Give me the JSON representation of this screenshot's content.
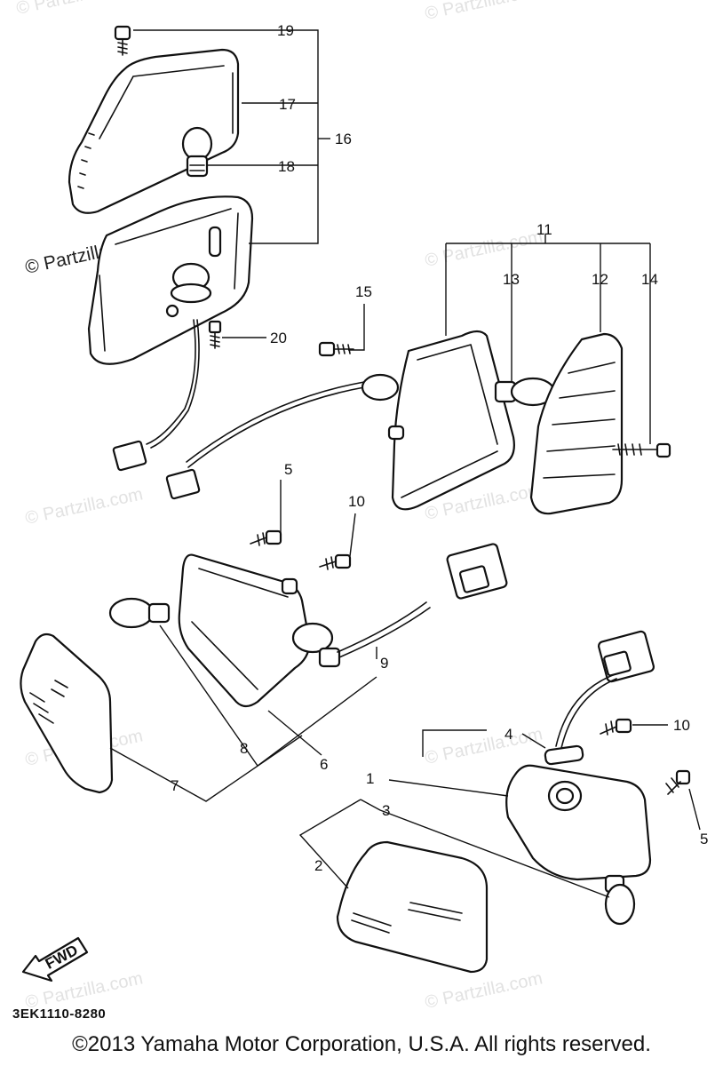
{
  "watermark": "© Partzilla.com",
  "diagram_code": "3EK1110-8280",
  "copyright": "©2013 Yamaha Motor Corporation, U.S.A. All rights reserved.",
  "fwd_label": "FWD",
  "callouts": {
    "c1": "1",
    "c2": "2",
    "c3": "3",
    "c4": "4",
    "c5a": "5",
    "c5b": "5",
    "c6": "6",
    "c7": "7",
    "c8": "8",
    "c9": "9",
    "c10a": "10",
    "c10b": "10",
    "c11": "11",
    "c12": "12",
    "c13": "13",
    "c14": "14",
    "c15": "15",
    "c16": "16",
    "c17": "17",
    "c18": "18",
    "c19": "19",
    "c20": "20"
  }
}
